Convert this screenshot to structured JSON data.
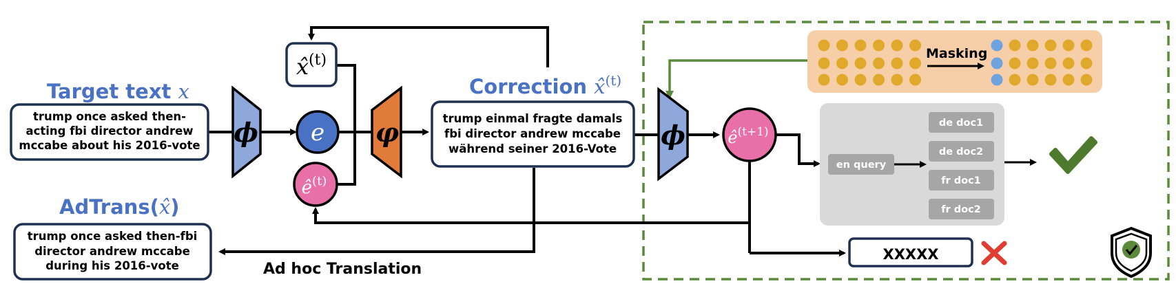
{
  "target": {
    "label": "Target text ",
    "var": "x",
    "lines": [
      "trump once asked then-",
      "acting fbi director andrew",
      "mccabe about his 2016-vote"
    ]
  },
  "adtrans": {
    "label": "AdTrans(",
    "hat_var": "x̂",
    "close": ")",
    "lines": [
      "trump once asked then-fbi",
      "director andrew mccabe",
      "during his 2016-vote"
    ]
  },
  "encoder_symbol": "ϕ",
  "decoder_symbol": "φ",
  "embedding_symbol": "e",
  "x_hat_t": {
    "base": "x̂",
    "sup": "(t)"
  },
  "e_hat_t": {
    "base": "ê",
    "sup": "(t)"
  },
  "e_hat_t1": {
    "base": "ê",
    "sup": "(t+1)"
  },
  "correction": {
    "label": "Correction ",
    "base": "x̂",
    "sup": "(t)",
    "lines": [
      "trump einmal fragte damals",
      "fbi director andrew mccabe",
      "während seiner 2016-Vote"
    ]
  },
  "adhoc_label": "Ad hoc Translation",
  "masking_label": "Masking",
  "retrieval": {
    "query": "en query",
    "docs": [
      "de doc1",
      "de doc2",
      "fr doc1",
      "fr doc2"
    ]
  },
  "failed_output": "XXXXX",
  "colors": {
    "blue_text": "#4a72c4",
    "encoder_fill": "#8fa8dc",
    "decoder_fill": "#e07b39",
    "e_circle": "#4a72c4",
    "pink_circle": "#e86fa8",
    "dashed_green": "#5b8a3c",
    "masking_bg": "#f6cfa8",
    "dot_gold": "#e0a92c",
    "dot_blue": "#6fa3e0",
    "retrieval_bg": "#d9d9d9",
    "tag_bg": "#a6a6a6",
    "check_green": "#4e7a2e",
    "cross_red": "#e03c31",
    "dark_border": "#1f3050"
  },
  "icons": [
    "check-icon",
    "cross-icon",
    "shield-icon"
  ]
}
